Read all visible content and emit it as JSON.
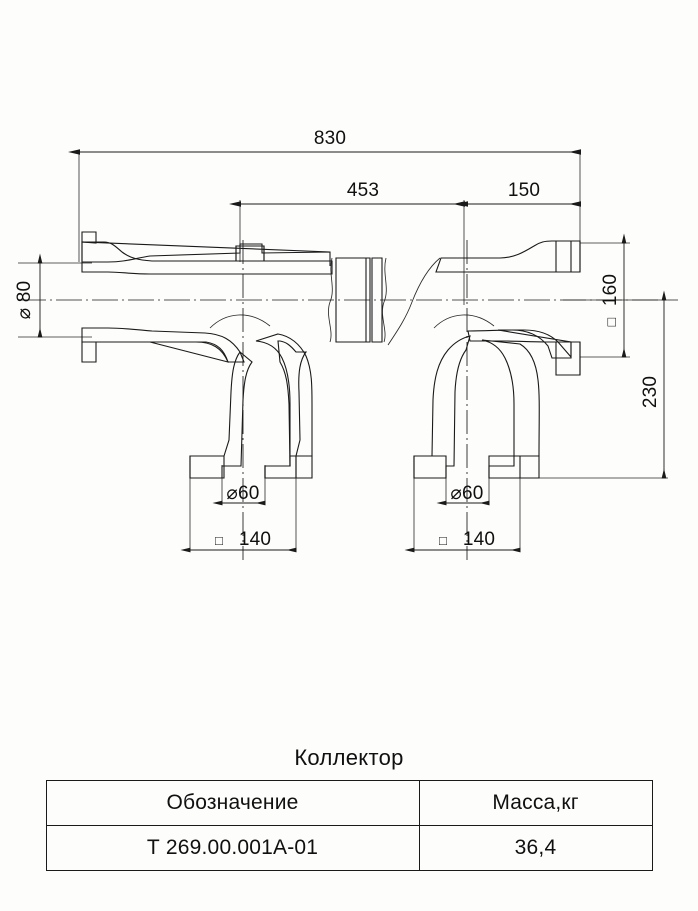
{
  "drawing": {
    "kind": "engineering-section-drawing",
    "part_name": "Коллектор",
    "units": "mm",
    "dimensions": {
      "overall_length": "830",
      "span_453": "453",
      "span_150": "150",
      "bore_main": "⌀ 80",
      "height_160": "160",
      "height_230": "230",
      "branch_bore_left": "⌀60",
      "branch_bore_right": "⌀60",
      "branch_flange_left": "140",
      "branch_flange_right": "140",
      "square_symbol": "□"
    },
    "labels": {
      "d830": "830",
      "d453": "453",
      "d150": "150",
      "d80": "⌀ 80",
      "d160": "160",
      "d230": "230",
      "d60a": "⌀60",
      "d60b": "⌀60",
      "d140a": "140",
      "d140b": "140",
      "sq160": "□",
      "sq140a": "□",
      "sq140b": "□"
    }
  },
  "title_block": {
    "part_title": "Коллектор",
    "columns": [
      "Обозначение",
      "Масса,кг"
    ],
    "rows": [
      {
        "designation": "Т 269.00.001А-01",
        "mass": "36,4"
      }
    ]
  },
  "colors": {
    "line": "#1a1a1a",
    "background": "#ffffff",
    "hatch": "#2b2b2b"
  }
}
